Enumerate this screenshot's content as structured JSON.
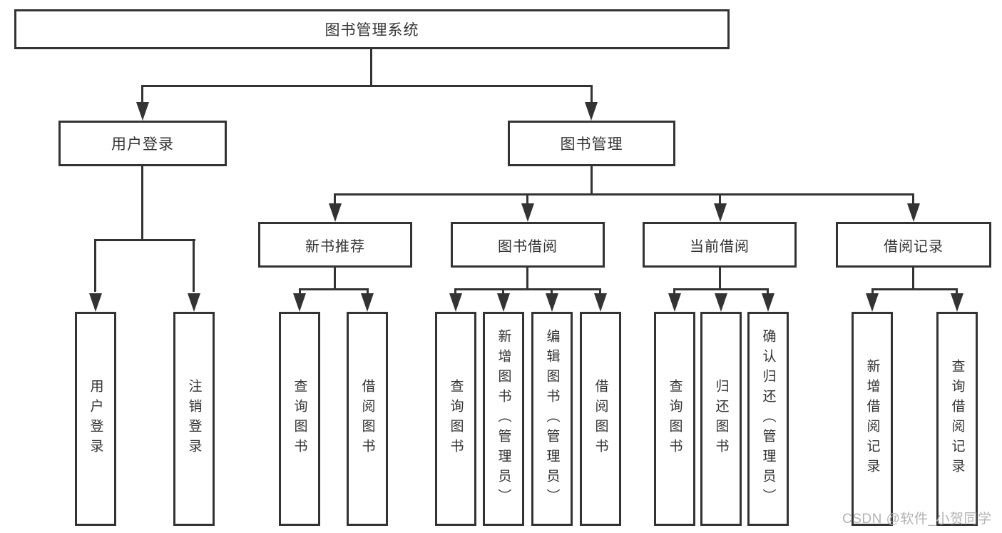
{
  "colors": {
    "line": "#333333",
    "text": "#333333",
    "background": "#ffffff",
    "box_fill": "#ffffff",
    "watermark": "#b3b3b3"
  },
  "nodes": {
    "root": {
      "label": "图书管理系统"
    },
    "user_login": {
      "label": "用户登录",
      "children": [
        "用户登录",
        "注销登录"
      ]
    },
    "book_management": {
      "label": "图书管理"
    },
    "new_book_recommend": {
      "label": "新书推荐",
      "children": [
        "查询图书",
        "借阅图书"
      ]
    },
    "book_borrow": {
      "label": "图书借阅",
      "children": [
        "查询图书",
        "新增图书（管理员）",
        "编辑图书（管理员）",
        "借阅图书"
      ]
    },
    "current_borrow": {
      "label": "当前借阅",
      "children": [
        "查询图书",
        "归还图书",
        "确认归还（管理员）"
      ]
    },
    "borrow_records": {
      "label": "借阅记录",
      "children": [
        "新增借阅记录",
        "查询借阅记录"
      ]
    }
  },
  "watermark": {
    "text": "CSDN @软件_小贺同学"
  }
}
